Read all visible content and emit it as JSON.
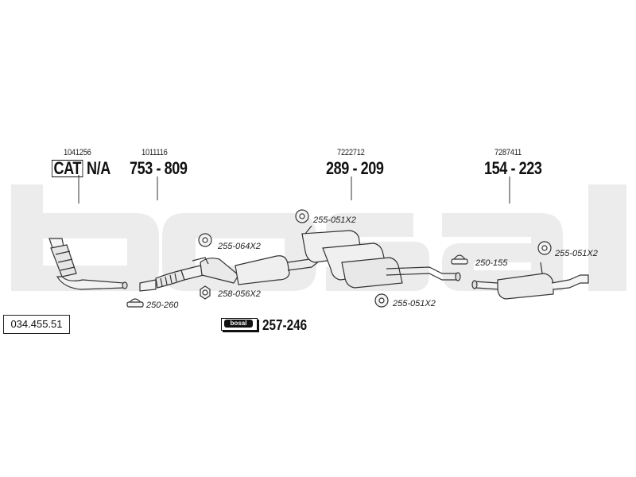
{
  "catalog_number": "034.455.51",
  "watermark": "bosal",
  "sections": [
    {
      "ref": "1041256",
      "part_prefix": "CAT",
      "part": "N/A"
    },
    {
      "ref": "1011116",
      "part": "753 - 809"
    },
    {
      "ref": "7222712",
      "part": "289 - 209"
    },
    {
      "ref": "7287411",
      "part": "154 - 223"
    }
  ],
  "accessories": [
    {
      "code": "250-260",
      "icon": "clamp-icon"
    },
    {
      "code": "255-064X2",
      "icon": "rubber-mount-icon"
    },
    {
      "code": "258-056X2",
      "icon": "nut-icon"
    },
    {
      "code": "255-051X2",
      "icon": "rubber-mount-icon"
    },
    {
      "code": "255-051X2",
      "icon": "rubber-mount-icon"
    },
    {
      "code": "250-155",
      "icon": "clamp-icon"
    },
    {
      "code": "255-051X2",
      "icon": "rubber-mount-icon"
    }
  ],
  "mounting_kit": {
    "badge": "bosal",
    "code": "257-246"
  }
}
